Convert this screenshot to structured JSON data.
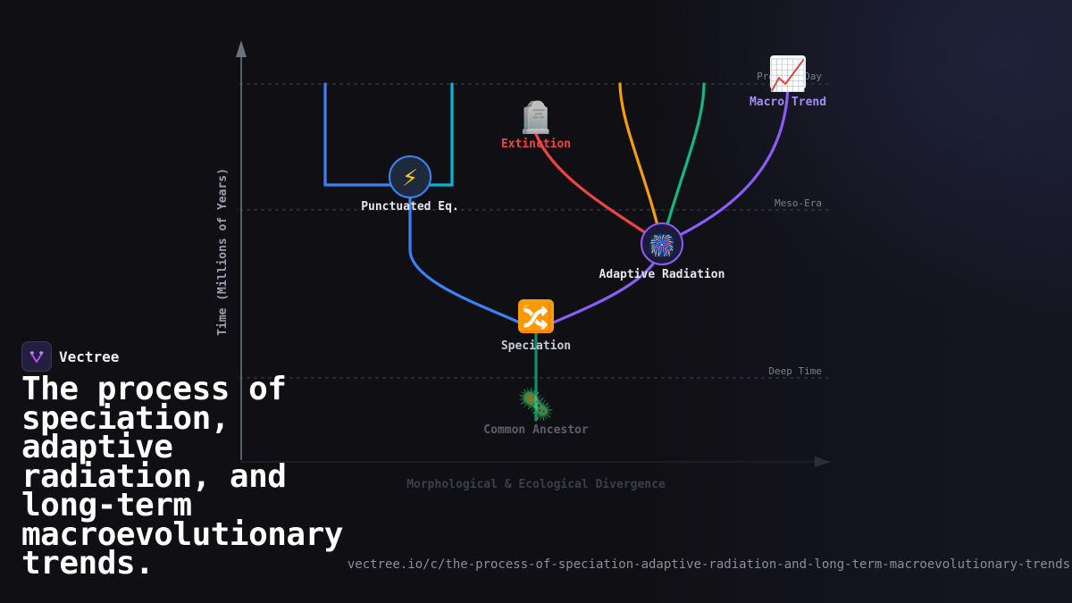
{
  "brand": {
    "name": "Vectree",
    "logo_icon": "vectree-v-logo-icon",
    "accent": "#a855f7"
  },
  "headline": "The process of speciation, adaptive radiation, and long-term macroevolutionary trends.",
  "url": "vectree.io/c/the-process-of-speciation-adaptive-radiation-and-long-term-macroevolutionary-trends",
  "diagram": {
    "y_axis_label": "Time (Millions of Years)",
    "x_axis_label": "Morphological & Ecological Divergence",
    "eras": [
      {
        "label": "Present Day"
      },
      {
        "label": "Meso-Era"
      },
      {
        "label": "Deep Time"
      }
    ],
    "nodes": {
      "ancestor": {
        "label": "Common Ancestor",
        "icon": "microbe-icon",
        "emoji": "🦠"
      },
      "speciation": {
        "label": "Speciation",
        "icon": "shuffle-icon",
        "emoji": "🔀"
      },
      "punctuated": {
        "label": "Punctuated Eq.",
        "icon": "lightning-icon",
        "emoji": "⚡"
      },
      "radiation": {
        "label": "Adaptive Radiation",
        "icon": "fireworks-icon",
        "emoji": "🎆"
      },
      "extinction": {
        "label": "Extinction",
        "icon": "headstone-icon",
        "emoji": "🪦"
      },
      "trend": {
        "label": "Macro Trend",
        "icon": "chart-increasing-icon",
        "emoji": "📈"
      }
    },
    "colors": {
      "ancestor_branch": "#10b981",
      "blue": "#3b82f6",
      "cyan": "#06b6d4",
      "purple": "#8b5cf6",
      "red": "#ef4444",
      "orange": "#f59e0b",
      "green": "#10b981",
      "extinction_label": "#ef4444",
      "trend_label": "#a78bfa"
    }
  }
}
